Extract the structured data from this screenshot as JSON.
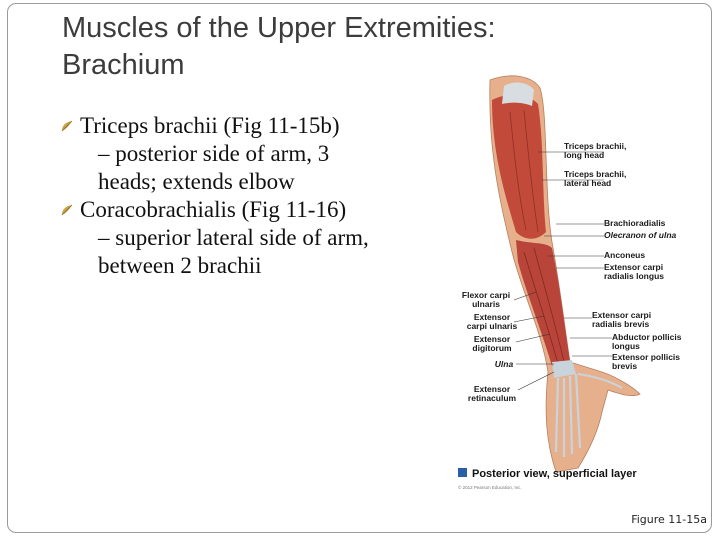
{
  "slide": {
    "title_line1": "Muscles of the Upper Extremities:",
    "title_line2": "Brachium",
    "bullets": [
      {
        "main": "Triceps brachii (Fig 11-15b)",
        "sub_lines": [
          "– posterior side of arm, 3",
          "heads; extends elbow"
        ]
      },
      {
        "main": "Coracobrachialis (Fig 11-16)",
        "sub_lines": [
          "– superior lateral side of arm,",
          "between 2 brachii"
        ]
      }
    ],
    "figure_ref": "Figure 11-15a"
  },
  "figure": {
    "labels_right": [
      "Triceps brachii,",
      "long head",
      "Triceps brachii,",
      "lateral head",
      "Brachioradialis",
      "Olecranon of ulna",
      "Anconeus",
      "Extensor carpi",
      "radialis longus",
      "Extensor carpi",
      "radialis brevis",
      "Abductor pollicis",
      "longus",
      "Extensor pollicis",
      "brevis"
    ],
    "labels_left": [
      "Flexor carpi",
      "ulnaris",
      "Extensor",
      "carpi ulnaris",
      "Extensor",
      "digitorum",
      "Ulna",
      "Extensor",
      "retinaculum"
    ],
    "caption": "Posterior view, superficial layer",
    "copyright": "© 2012 Pearson Education, Inc."
  },
  "colors": {
    "muscle": "#c24a3a",
    "skin": "#e7b08d",
    "tendon": "#c9d3dc",
    "title": "#3c3c3c"
  }
}
